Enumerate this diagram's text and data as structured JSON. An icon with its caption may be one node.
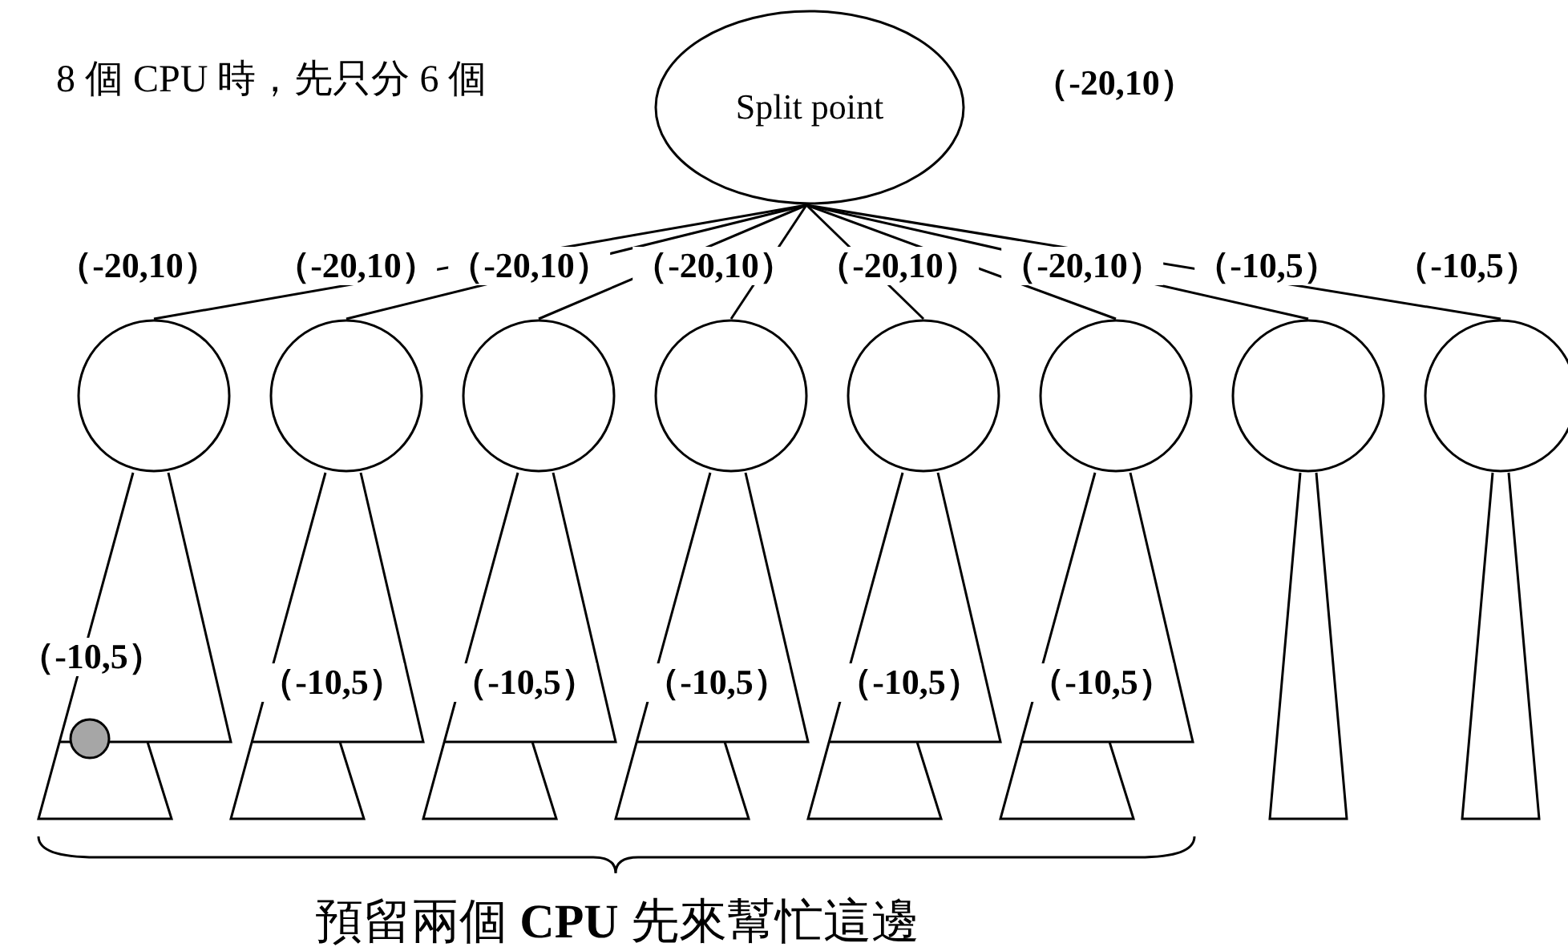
{
  "diagram": {
    "nodes": [
      {
        "text": [
          "Split point"
        ],
        "beside": [
          "（-20,10）"
        ]
      },
      {
        "text": [],
        "shape": "circle",
        "beside": [
          "（-20,10）"
        ]
      },
      {
        "text": [],
        "shape": "circle",
        "beside": [
          "（-20,10）"
        ]
      },
      {
        "text": [],
        "shape": "circle",
        "beside": [
          "（-20,10）"
        ]
      },
      {
        "text": [],
        "shape": "circle",
        "beside": [
          "（-20,10）"
        ]
      },
      {
        "text": [],
        "shape": "circle",
        "beside": [
          "（-20,10）"
        ]
      },
      {
        "text": [],
        "shape": "circle",
        "beside": [
          "（-20,10）"
        ]
      },
      {
        "text": [],
        "shape": "circle",
        "beside": [
          "（-10,5）"
        ]
      },
      {
        "text": [],
        "shape": "circle",
        "beside": [
          "（-10,5）"
        ]
      }
    ],
    "edges": [
      {
        "from": 0,
        "to": 1,
        "arrow": "none"
      },
      {
        "from": 0,
        "to": 2,
        "arrow": "none"
      },
      {
        "from": 0,
        "to": 3,
        "arrow": "none"
      },
      {
        "from": 0,
        "to": 4,
        "arrow": "none"
      },
      {
        "from": 0,
        "to": 5,
        "arrow": "none"
      },
      {
        "from": 0,
        "to": 6,
        "arrow": "none"
      },
      {
        "from": 0,
        "to": 7,
        "arrow": "none"
      },
      {
        "from": 0,
        "to": 8,
        "arrow": "none"
      }
    ],
    "labels": [
      "8 個 CPU 時，先只分 6 個",
      "（-10,5）",
      "（-10,5）",
      "（-10,5）",
      "（-10,5）",
      "（-10,5）",
      "（-10,5）",
      "預留兩個 **CPU** 先來幫忙這邊"
    ]
  }
}
